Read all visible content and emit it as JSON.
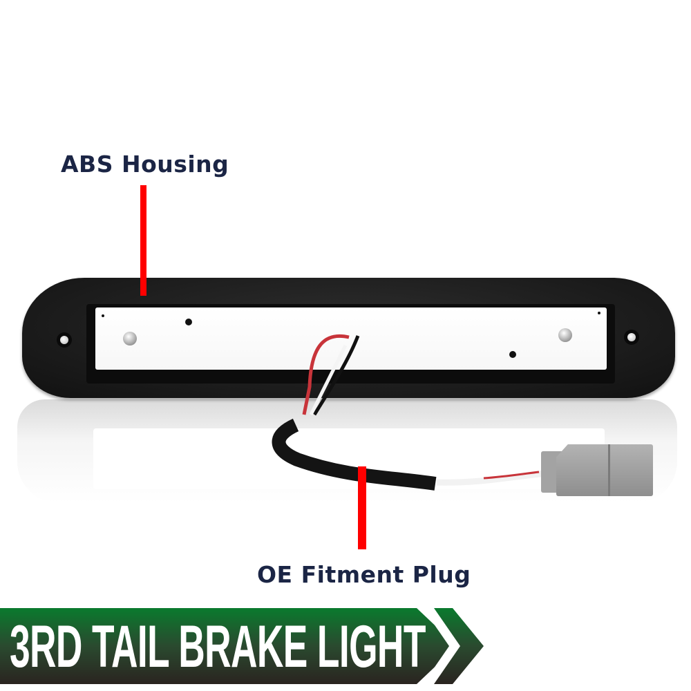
{
  "callouts": {
    "housing": {
      "label": "ABS Housing"
    },
    "plug": {
      "label": "OE Fitment Plug"
    }
  },
  "banner": {
    "title": "3RD TAIL BRAKE LIGHT",
    "colors": {
      "top": "#0a7a2e",
      "bottom": "#2a2420",
      "chevron": "#ffffff"
    }
  },
  "colors": {
    "label_text": "#1b2545",
    "callout_line": "#ff0000",
    "housing": "#1e1e1e",
    "lens": "#ffffff",
    "connector": "#9c9c9c"
  }
}
